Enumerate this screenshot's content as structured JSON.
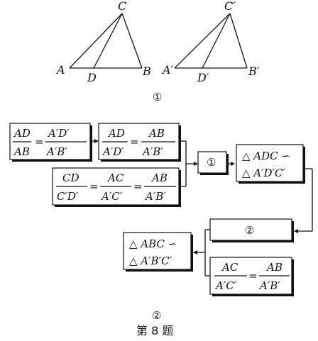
{
  "figure1": {
    "triangle_left": {
      "A": "A",
      "B": "B",
      "C": "C",
      "D": "D"
    },
    "triangle_right": {
      "A": "A′",
      "B": "B′",
      "C": "C′",
      "D": "D′"
    },
    "caption": "①"
  },
  "flow": {
    "box1": {
      "lhs_num": "AD",
      "lhs_den": "AB",
      "eq": "=",
      "rhs_num": "A′D′",
      "rhs_den": "A′B′"
    },
    "box2": {
      "lhs_num": "AD",
      "lhs_den": "A′D′",
      "eq": "=",
      "rhs_num": "AB",
      "rhs_den": "A′B′"
    },
    "box3": {
      "f1_num": "CD",
      "f1_den": "C′D′",
      "eq1": "=",
      "f2_num": "AC",
      "f2_den": "A′C′",
      "eq2": "=",
      "f3_num": "AB",
      "f3_den": "A′B′"
    },
    "box4": {
      "label": "①"
    },
    "box5": {
      "line1": "△ ADC ∽",
      "line2": "△ A′D′C′"
    },
    "box6": {
      "label": "②"
    },
    "box7": {
      "line1": "△ ABC ∽",
      "line2": "△ A′B′C′"
    },
    "box8": {
      "lhs_num": "AC",
      "lhs_den": "A′C′",
      "eq": "=",
      "rhs_num": "AB",
      "rhs_den": "A′B′"
    }
  },
  "caption2": "②",
  "caption3": "第 8 题"
}
